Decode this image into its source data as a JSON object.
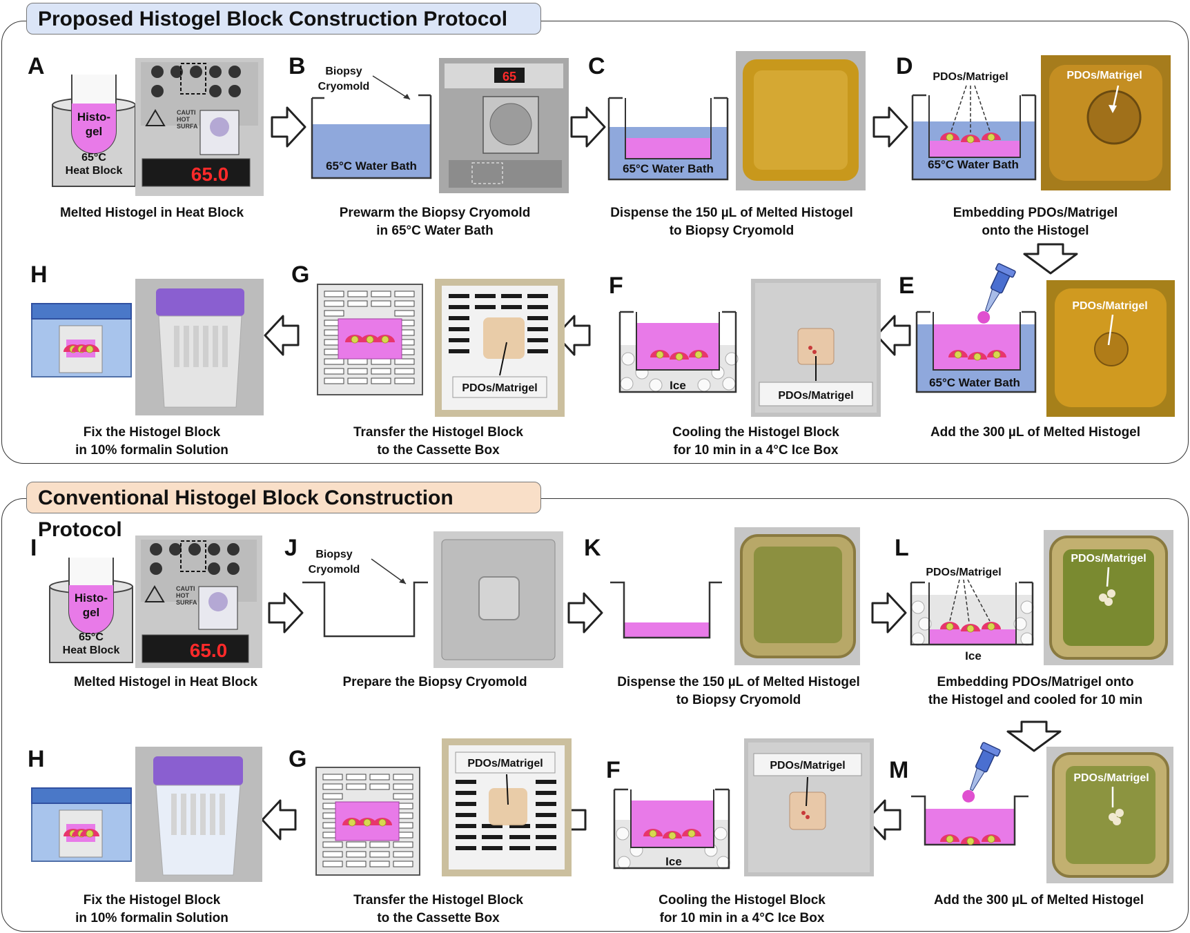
{
  "proposed": {
    "title": "Proposed Histogel Block Construction Protocol",
    "steps": [
      {
        "letter": "A",
        "caption": [
          "Melted Histogel in Heat Block"
        ]
      },
      {
        "letter": "B",
        "caption": [
          "Prewarm the Biopsy Cryomold",
          "in 65°C Water Bath"
        ]
      },
      {
        "letter": "C",
        "caption": [
          "Dispense the 150 µL of Melted Histogel",
          "to Biopsy Cryomold"
        ]
      },
      {
        "letter": "D",
        "caption": [
          "Embedding PDOs/Matrigel",
          "onto the Histogel"
        ]
      },
      {
        "letter": "E",
        "caption": [
          "Add the 300 µL of Melted Histogel"
        ]
      },
      {
        "letter": "F",
        "caption": [
          "Cooling the Histogel Block",
          "for 10 min in a 4°C Ice Box"
        ]
      },
      {
        "letter": "G",
        "caption": [
          "Transfer the Histogel Block",
          "to the Cassette Box"
        ]
      },
      {
        "letter": "H",
        "caption": [
          "Fix the Histogel Block",
          "in 10% formalin Solution"
        ]
      }
    ]
  },
  "conventional": {
    "title": "Conventional Histogel Block Construction Protocol",
    "steps": [
      {
        "letter": "I",
        "caption": [
          "Melted Histogel in Heat Block"
        ]
      },
      {
        "letter": "J",
        "caption": [
          "Prepare the Biopsy Cryomold"
        ]
      },
      {
        "letter": "K",
        "caption": [
          "Dispense the 150 µL of Melted Histogel",
          "to Biopsy Cryomold"
        ]
      },
      {
        "letter": "L",
        "caption": [
          "Embedding PDOs/Matrigel onto",
          "the Histogel and cooled for 10 min"
        ]
      },
      {
        "letter": "M",
        "caption": [
          "Add the 300 µL of Melted Histogel"
        ]
      },
      {
        "letter": "F",
        "caption": [
          "Cooling the Histogel Block",
          "for 10 min in a 4°C Ice Box"
        ]
      },
      {
        "letter": "G",
        "caption": [
          "Transfer the Histogel Block",
          "to the Cassette Box"
        ]
      },
      {
        "letter": "H",
        "caption": [
          "Fix the Histogel  Block",
          "in 10% formalin Solution"
        ]
      }
    ]
  },
  "labels": {
    "histo": "Histo-",
    "gel": "gel",
    "temp": "65°C",
    "heat_block": "Heat Block",
    "water_bath": "65°C Water Bath",
    "biopsy": "Biopsy",
    "cryomold": "Cryomold",
    "pdos": "PDOs/Matrigel",
    "ice": "Ice",
    "display": "65.0",
    "display2": "65",
    "caution": "CAUTI",
    "hot": "HOT",
    "surf": "SURFA"
  },
  "colors": {
    "water": "#8fa8dc",
    "gel": "#e87ae8",
    "organoid": "#e8356d",
    "organoid_core": "#d8d850",
    "ice": "#e6e6e6",
    "amber": "#d09020",
    "olive": "#9aa040",
    "lid": "#8a5fd0"
  }
}
